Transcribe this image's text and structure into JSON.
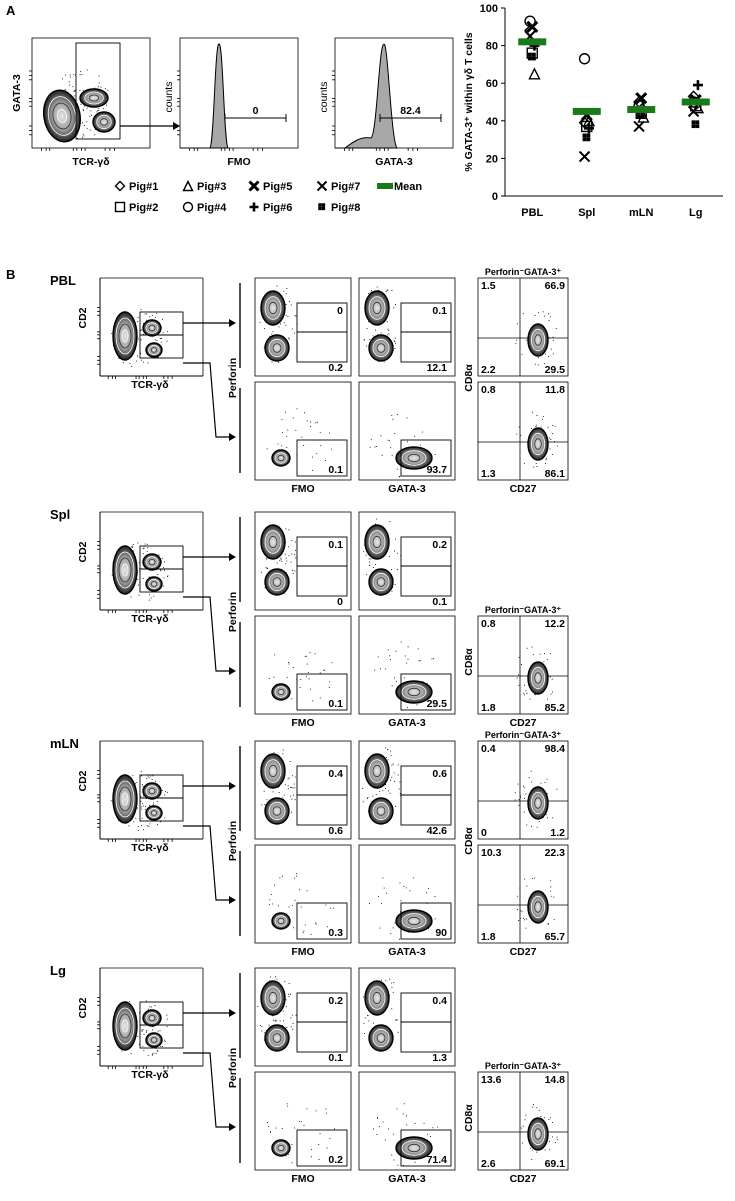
{
  "panel_a": {
    "label": "A",
    "gating": {
      "y_axis": "GATA-3",
      "x_axis": "TCR-γδ"
    },
    "histograms": [
      {
        "y_axis": "counts",
        "x_axis": "FMO",
        "gate_value": "0"
      },
      {
        "y_axis": "counts",
        "x_axis": "GATA-3",
        "gate_value": "82.4"
      }
    ],
    "legend": [
      {
        "label": "Pig#1",
        "marker": "diamond"
      },
      {
        "label": "Pig#3",
        "marker": "triangle"
      },
      {
        "label": "Pig#5",
        "marker": "bold-x"
      },
      {
        "label": "Pig#7",
        "marker": "x"
      },
      {
        "label": "Mean",
        "marker": "green-bar"
      },
      {
        "label": "Pig#2",
        "marker": "square"
      },
      {
        "label": "Pig#4",
        "marker": "circle"
      },
      {
        "label": "Pig#6",
        "marker": "plus"
      },
      {
        "label": "Pig#8",
        "marker": "dotted-square"
      }
    ],
    "mean_color": "#1a7a1a"
  },
  "chart_data": {
    "type": "scatter",
    "ylabel": "% GATA-3⁺ within γδ T cells",
    "ylim": [
      0,
      100
    ],
    "yticks": [
      "0",
      "20",
      "40",
      "60",
      "80",
      "100"
    ],
    "categories": [
      "PBL",
      "Spl",
      "mLN",
      "Lg"
    ],
    "means": [
      82,
      45,
      46,
      50
    ],
    "series": [
      {
        "name": "Pig#1",
        "values": [
          88,
          39,
          50,
          53
        ]
      },
      {
        "name": "Pig#2",
        "values": [
          76,
          37,
          44,
          48
        ]
      },
      {
        "name": "Pig#3",
        "values": [
          65,
          40,
          42,
          47
        ]
      },
      {
        "name": "Pig#4",
        "values": [
          93,
          73,
          48,
          50
        ]
      },
      {
        "name": "Pig#5",
        "values": [
          90,
          43,
          52,
          51
        ]
      },
      {
        "name": "Pig#6",
        "values": [
          80,
          36,
          46,
          59
        ]
      },
      {
        "name": "Pig#7",
        "values": [
          85,
          21,
          37,
          45
        ]
      },
      {
        "name": "Pig#8",
        "values": [
          74,
          31,
          43,
          38
        ]
      }
    ]
  },
  "panel_b": {
    "label": "B",
    "axis_labels": {
      "cd2": "CD2",
      "tcr": "TCR-γδ",
      "perforin": "Perforin",
      "fmo": "FMO",
      "gata3": "GATA-3",
      "cd8a": "CD8α",
      "cd27": "CD27",
      "subset_title": "Perforin⁻GATA-3⁺"
    },
    "tissues": [
      {
        "name": "PBL",
        "top_fmo": [
          "0",
          "0.2"
        ],
        "top_gata": [
          "0.1",
          "12.1"
        ],
        "bot_fmo": "0.1",
        "bot_gata": "93.7",
        "q_top": [
          "1.5",
          "66.9",
          "2.2",
          "29.5"
        ],
        "q_bot": [
          "0.8",
          "11.8",
          "1.3",
          "86.1"
        ]
      },
      {
        "name": "Spl",
        "top_fmo": [
          "0.1",
          "0"
        ],
        "top_gata": [
          "0.2",
          "0.1"
        ],
        "bot_fmo": "0.1",
        "bot_gata": "29.5",
        "q_bot": [
          "0.8",
          "12.2",
          "1.8",
          "85.2"
        ]
      },
      {
        "name": "mLN",
        "top_fmo": [
          "0.4",
          "0.6"
        ],
        "top_gata": [
          "0.6",
          "42.6"
        ],
        "bot_fmo": "0.3",
        "bot_gata": "90",
        "q_top": [
          "0.4",
          "98.4",
          "0",
          "1.2"
        ],
        "q_bot": [
          "10.3",
          "22.3",
          "1.8",
          "65.7"
        ]
      },
      {
        "name": "Lg",
        "top_fmo": [
          "0.2",
          "0.1"
        ],
        "top_gata": [
          "0.4",
          "1.3"
        ],
        "bot_fmo": "0.2",
        "bot_gata": "71.4",
        "q_bot": [
          "13.6",
          "14.8",
          "2.6",
          "69.1"
        ]
      }
    ]
  }
}
